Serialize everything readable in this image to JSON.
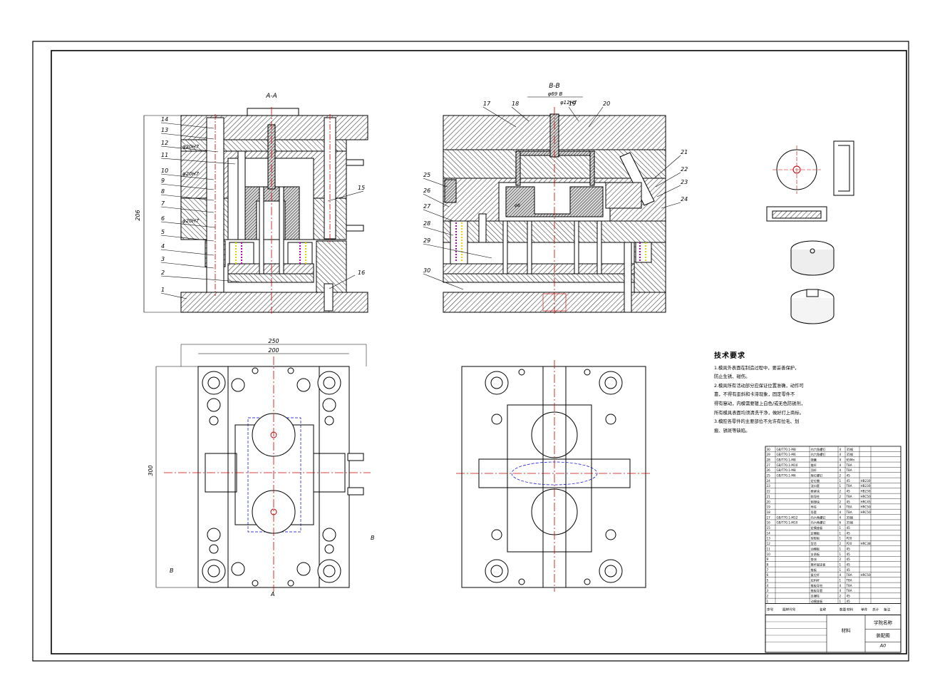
{
  "views": {
    "section_aa": "A-A",
    "section_bb": "B-B",
    "cut_a": "A",
    "cut_b": "B"
  },
  "dimensions": {
    "height_206": "206",
    "width_250": "250",
    "width_200": "200",
    "height_300": "300",
    "dia_20_1": "φ20H7",
    "dia_20_2": "φ20H7",
    "dia_20_3": "φ20H7",
    "dia_69": "φ69 B",
    "dia_12": "φ12H7",
    "dia_small": "φ8"
  },
  "balloons_left": [
    "14",
    "13",
    "12",
    "11",
    "10",
    "9",
    "8",
    "7",
    "6",
    "5",
    "4",
    "3",
    "2",
    "1"
  ],
  "balloon_15": "15",
  "balloon_16": "16",
  "balloons_top": [
    "17",
    "18",
    "19",
    "20"
  ],
  "balloons_right": [
    "21",
    "22",
    "23",
    "24"
  ],
  "balloons_bl": [
    "25",
    "26",
    "27",
    "28",
    "29",
    "30"
  ],
  "notes": {
    "title": "技术要求",
    "lines": [
      "1.模具外表面在制造过程中，要妥善保护，",
      "防止生锈、碰伤。",
      "2.模具所有活动部分应保证位置准确，动作可",
      "靠，不得有歪斜和卡滞现象，固定零件不",
      "得有窜动，内模需要镀上白色/或无色防锈剂，",
      "所有模具表面均须清洗干净，做好打上商标。",
      "3.模腔各零件的主要部位不允许有拉毛、划",
      "痕、锈斑等缺陷。"
    ]
  },
  "bom": {
    "rows": [
      [
        "30",
        "GB/T70.1-M8",
        "内六角螺钉",
        "4",
        "35钢",
        "",
        ""
      ],
      [
        "29",
        "GB/T70.1-M6",
        "内六角螺钉",
        "4",
        "35钢",
        "",
        ""
      ],
      [
        "28",
        "GB/T70.1-M8",
        "弹簧",
        "4",
        "65Mn",
        "",
        ""
      ],
      [
        "27",
        "GB/T70.1-M10",
        "推杆",
        "4",
        "T8A",
        "",
        ""
      ],
      [
        "26",
        "GB/T70.1-M8",
        "顶杆",
        "4",
        "T8A",
        "",
        ""
      ],
      [
        "25",
        "GB/T70.1-M6",
        "限位螺钉",
        "2",
        "45",
        "",
        ""
      ],
      [
        "24",
        "",
        "定位圈",
        "1",
        "45",
        "HB230",
        ""
      ],
      [
        "23",
        "",
        "浇口套",
        "1",
        "T8A",
        "HB230",
        ""
      ],
      [
        "22",
        "",
        "楔紧块",
        "2",
        "45",
        "HB230",
        ""
      ],
      [
        "21",
        "",
        "斜导柱",
        "2",
        "T8A",
        "HRC50",
        ""
      ],
      [
        "20",
        "",
        "侧滑块",
        "2",
        "45",
        "HRC45",
        ""
      ],
      [
        "19",
        "",
        "导柱",
        "4",
        "T8A",
        "HRC50",
        ""
      ],
      [
        "18",
        "",
        "导套",
        "4",
        "T8A",
        "HRC50",
        ""
      ],
      [
        "17",
        "GB/T70.1-M12",
        "内六角螺钉",
        "4",
        "35钢",
        "",
        ""
      ],
      [
        "16",
        "GB/T70.1-M10",
        "内六角螺钉",
        "6",
        "35钢",
        "",
        ""
      ],
      [
        "15",
        "",
        "定模座板",
        "1",
        "45",
        "",
        ""
      ],
      [
        "14",
        "",
        "定模板",
        "1",
        "45",
        "",
        ""
      ],
      [
        "13",
        "",
        "型腔板",
        "1",
        "P20",
        "",
        ""
      ],
      [
        "12",
        "",
        "型芯",
        "2",
        "P20",
        "HRC38",
        ""
      ],
      [
        "11",
        "",
        "动模板",
        "1",
        "45",
        "",
        ""
      ],
      [
        "10",
        "",
        "支承板",
        "1",
        "45",
        "",
        ""
      ],
      [
        "9",
        "",
        "垫块",
        "2",
        "45",
        "",
        ""
      ],
      [
        "8",
        "",
        "推杆固定板",
        "1",
        "45",
        "",
        ""
      ],
      [
        "7",
        "",
        "推板",
        "1",
        "45",
        "",
        ""
      ],
      [
        "6",
        "",
        "复位杆",
        "4",
        "T8A",
        "HRC50",
        ""
      ],
      [
        "5",
        "",
        "拉料杆",
        "1",
        "T8A",
        "",
        ""
      ],
      [
        "4",
        "",
        "推板导柱",
        "4",
        "T8A",
        "",
        ""
      ],
      [
        "3",
        "",
        "推板导套",
        "4",
        "T8A",
        "",
        ""
      ],
      [
        "2",
        "",
        "支撑柱",
        "2",
        "45",
        "",
        ""
      ],
      [
        "1",
        "",
        "动模座板",
        "1",
        "45",
        "",
        ""
      ]
    ],
    "header": [
      "序号",
      "图样代号",
      "名称",
      "数量",
      "材料",
      "单件",
      "总计",
      "备注"
    ],
    "school": "学院名称",
    "material": "材料",
    "drawing_name": "装配图",
    "sheet_size": "A0"
  }
}
